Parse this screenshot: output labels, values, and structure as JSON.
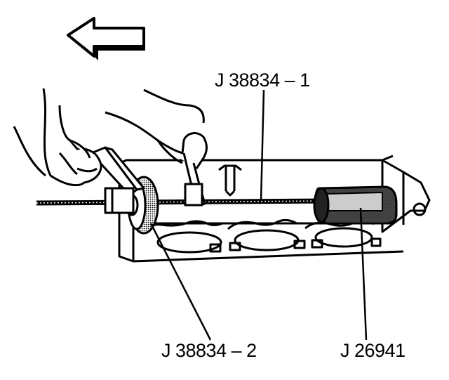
{
  "labels": {
    "tool_top": "J 38834 – 1",
    "tool_bottom_left": "J 38834 – 2",
    "tool_bottom_right": "J 26941"
  },
  "direction_arrow": {
    "icon": "left-arrow-icon",
    "points": "left"
  },
  "colors": {
    "ink": "#000000",
    "paper": "#ffffff",
    "shade": "#9a9a9a"
  }
}
